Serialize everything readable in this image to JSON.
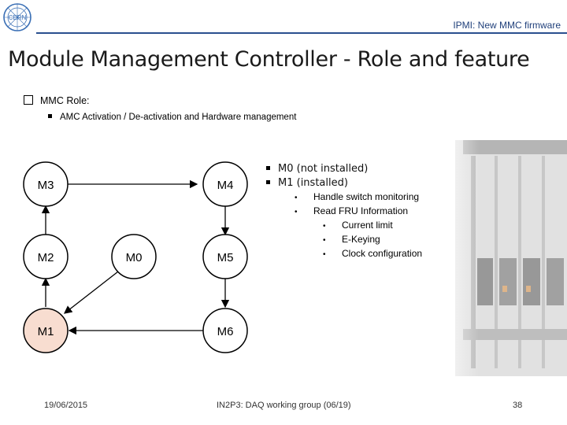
{
  "header": {
    "logo_text": "CERN",
    "running_title": "IPMI: New MMC firmware"
  },
  "slide": {
    "title": "Module Management Controller - Role and feature",
    "role_label": "MMC Role:",
    "role_detail": "AMC Activation / De-activation and Hardware management"
  },
  "diagram": {
    "nodes": {
      "m0": "M0",
      "m1": "M1",
      "m2": "M2",
      "m3": "M3",
      "m4": "M4",
      "m5": "M5",
      "m6": "M6"
    },
    "highlight_color": "#f8ddd0"
  },
  "bullets": {
    "l1": [
      "M0 (not installed)",
      "M1 (installed)"
    ],
    "l2": [
      "Handle switch monitoring",
      "Read FRU Information"
    ],
    "l3": [
      "Current limit",
      "E-Keying",
      "Clock configuration"
    ]
  },
  "footer": {
    "date": "19/06/2015",
    "center": "IN2P3: DAQ working group (06/19)",
    "page": "38"
  },
  "colors": {
    "header_text": "#1f3f7a",
    "rule": "#2a4f8f"
  }
}
